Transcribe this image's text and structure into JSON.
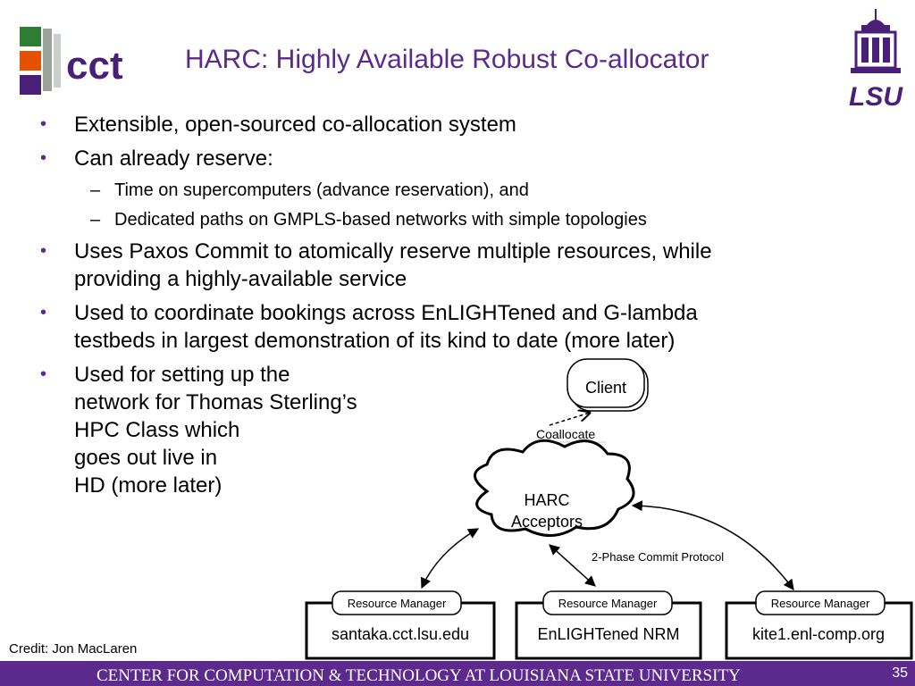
{
  "slide": {
    "title": "HARC: Highly Available Robust Co-allocator",
    "logo_left": "cct",
    "logo_right": "LSU",
    "bullets": [
      {
        "text": "Extensible, open-sourced co-allocation system"
      },
      {
        "text": "Can already reserve:",
        "sub": [
          "Time on supercomputers (advance reservation), and",
          "Dedicated paths on GMPLS-based networks with simple topologies"
        ]
      },
      {
        "line1": "Uses Paxos Commit to atomically reserve multiple resources, while",
        "line2": "providing a highly-available service"
      },
      {
        "line1": "Used to coordinate bookings across EnLIGHTened and G-lambda",
        "line2": "testbeds in largest demonstration of its kind to date (more later)"
      },
      {
        "lines": [
          "Used for setting up the",
          "network for Thomas Sterling’s",
          "HPC Class which",
          "goes out live in",
          "HD (more later)"
        ]
      }
    ],
    "credit": "Credit: Jon MacLaren",
    "footer": "CENTER FOR COMPUTATION & TECHNOLOGY AT LOUISIANA STATE UNIVERSITY",
    "page_number": "35"
  },
  "diagram": {
    "client": "Client",
    "coallocate": "Coallocate",
    "acceptors_line1": "HARC",
    "acceptors_line2": "Acceptors",
    "protocol": "2-Phase Commit Protocol",
    "resource_manager_label": "Resource Manager",
    "managers": [
      "santaka.cct.lsu.edu",
      "EnLIGHTened NRM",
      "kite1.enl-comp.org"
    ]
  },
  "colors": {
    "accent": "#5b2a8c",
    "logo_green": "#2e7d32",
    "logo_orange": "#e65100",
    "logo_purple": "#4a1f78"
  }
}
